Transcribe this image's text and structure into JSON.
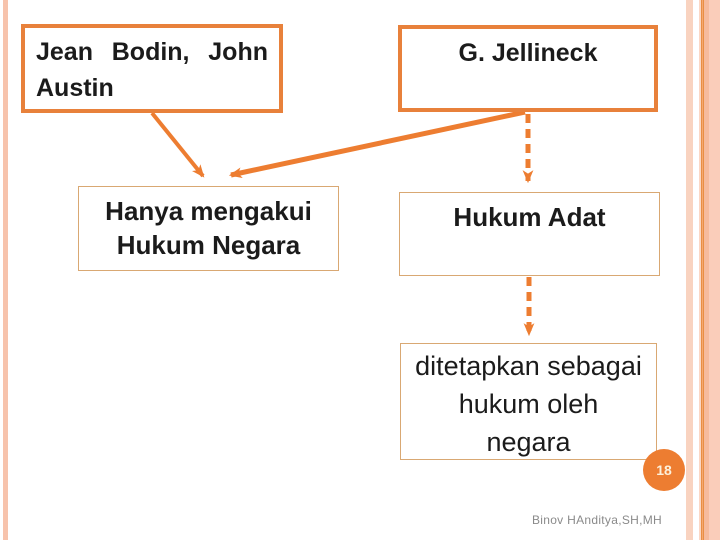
{
  "slide": {
    "page_number": "18",
    "footer_credit": "Binov HAnditya,SH,MH"
  },
  "colors": {
    "accent_orange": "#ED7D31",
    "light_box_border": "#D9A873",
    "edge_stripe_salmon": "#F9D3C0",
    "page_number_text": "#FCF0DB",
    "footer_gray": "#8A8A8A"
  },
  "diagram": {
    "nodes": [
      {
        "id": "jean-bodin",
        "label": "Jean Bodin, John Austin",
        "lines": [
          "Jean Bodin, John",
          "Austin"
        ],
        "emphasis": true
      },
      {
        "id": "jellineck",
        "label": "G. Jellineck",
        "lines": [
          "G. Jellineck"
        ],
        "emphasis": true
      },
      {
        "id": "hanya-mengakui",
        "label": "Hanya mengakui Hukum Negara",
        "lines": [
          "Hanya mengakui",
          "Hukum Negara"
        ],
        "emphasis": false
      },
      {
        "id": "hukum-adat",
        "label": "Hukum Adat",
        "lines": [
          "Hukum Adat"
        ],
        "emphasis": false
      },
      {
        "id": "ditetapkan",
        "label": "ditetapkan sebagai hukum oleh negara",
        "lines": [
          "ditetapkan sebagai",
          "hukum oleh",
          "negara"
        ],
        "emphasis": false
      }
    ],
    "edges": [
      {
        "from": "jean-bodin",
        "to": "hanya-mengakui",
        "style": "solid"
      },
      {
        "from": "jellineck",
        "to": "hanya-mengakui",
        "style": "solid"
      },
      {
        "from": "jellineck",
        "to": "hukum-adat",
        "style": "dashed"
      },
      {
        "from": "hukum-adat",
        "to": "ditetapkan",
        "style": "dashed"
      }
    ]
  }
}
